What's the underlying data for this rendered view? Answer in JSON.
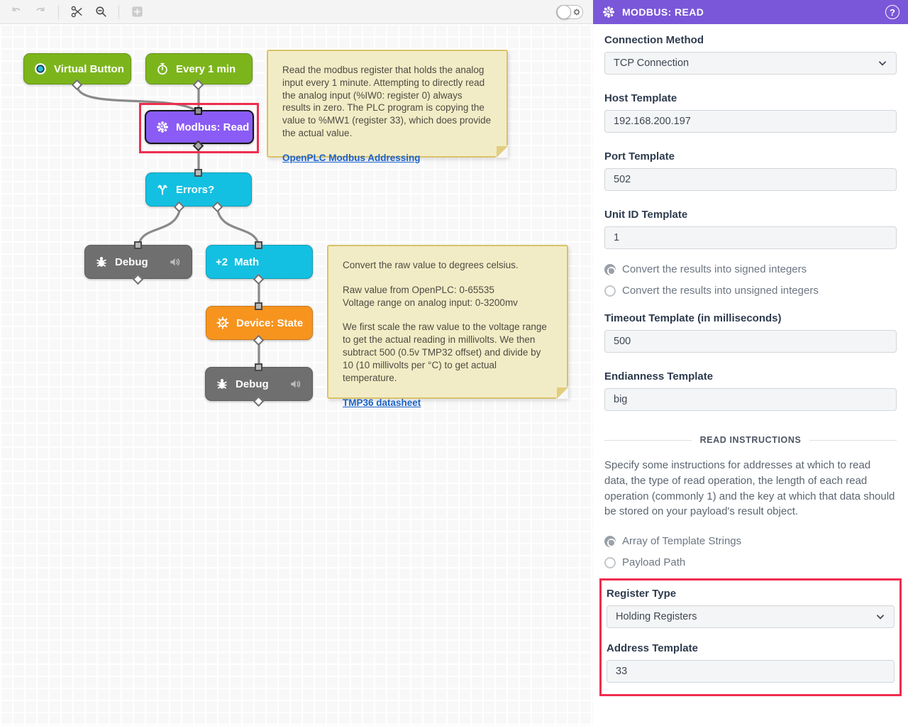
{
  "colors": {
    "accent_purple": "#7a57d8",
    "node_purple": "#8a5cf5",
    "node_green": "#7cb51b",
    "node_cyan": "#13c0e1",
    "node_orange": "#f7941e",
    "node_gray": "#6f6f6f",
    "highlight_red": "#ef2d4e",
    "note_bg": "#f2ecc6",
    "note_border": "#d9c269",
    "link_blue": "#1c63c9"
  },
  "icons": {
    "help": "?"
  },
  "canvas": {
    "nodes": [
      {
        "label": "Virtual Button"
      },
      {
        "label": "Every 1 min"
      },
      {
        "label": "Modbus: Read"
      },
      {
        "label": "Errors?"
      },
      {
        "label": "Debug"
      },
      {
        "icon_text": "+2",
        "label": "Math"
      },
      {
        "label": "Device: State"
      },
      {
        "label": "Debug"
      }
    ],
    "notes": [
      {
        "body": "Read the modbus register that holds the analog input every 1 minute. Attempting to directly read the analog input (%IW0: register 0) always results in zero. The PLC program is copying the value to %MW1 (register 33), which does provide the actual value.",
        "link": "OpenPLC Modbus Addressing"
      },
      {
        "p1": "Convert the raw value to degrees celsius.",
        "p2": "Raw value from OpenPLC: 0-65535",
        "p3": "Voltage range on analog input: 0-3200mv",
        "p4": "We first scale the raw value to the voltage range to get the actual reading in millivolts. We then subtract 500 (0.5v TMP32 offset) and divide by 10 (10 millivolts per °C) to get actual temperature.",
        "link": "TMP36 datasheet"
      }
    ]
  },
  "panel": {
    "title": "MODBUS: READ",
    "connection_method": {
      "label": "Connection Method",
      "value": "TCP Connection"
    },
    "host": {
      "label": "Host Template",
      "value": "192.168.200.197"
    },
    "port": {
      "label": "Port Template",
      "value": "502"
    },
    "unit_id": {
      "label": "Unit ID Template",
      "value": "1"
    },
    "signed_options": [
      {
        "label": "Convert the results into signed integers",
        "selected": true
      },
      {
        "label": "Convert the results into unsigned integers",
        "selected": false
      }
    ],
    "timeout": {
      "label": "Timeout Template (in milliseconds)",
      "value": "500"
    },
    "endianness": {
      "label": "Endianness Template",
      "value": "big"
    },
    "read_instructions": {
      "title": "READ INSTRUCTIONS",
      "description": "Specify some instructions for addresses at which to read data, the type of read operation, the length of each read operation (commonly 1) and the key at which that data should be stored on your payload's result object.",
      "options": [
        {
          "label": "Array of Template Strings",
          "selected": true
        },
        {
          "label": "Payload Path",
          "selected": false
        }
      ]
    },
    "register_type": {
      "label": "Register Type",
      "value": "Holding Registers"
    },
    "address": {
      "label": "Address Template",
      "value": "33"
    }
  }
}
